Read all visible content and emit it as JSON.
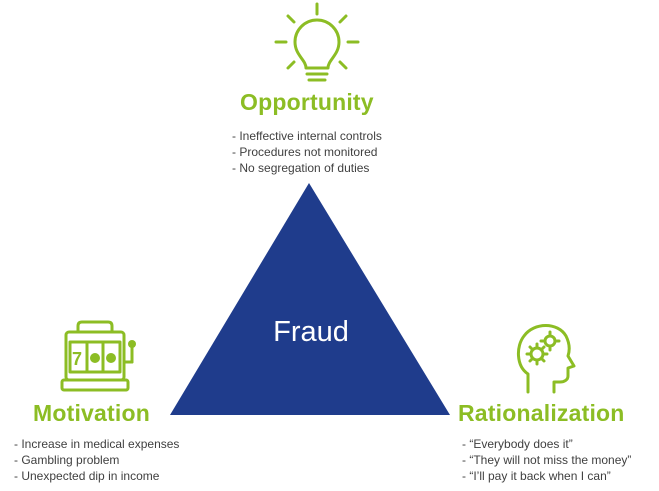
{
  "center": {
    "label": "Fraud"
  },
  "colors": {
    "accent": "#8cbd24",
    "triangle": "#1f3c8c",
    "text": "#404040"
  },
  "opportunity": {
    "icon": "lightbulb-icon",
    "title": "Opportunity",
    "items": [
      "Ineffective internal controls",
      "Procedures not monitored",
      "No segregation of duties"
    ]
  },
  "motivation": {
    "icon": "slot-machine-icon",
    "title": "Motivation",
    "items": [
      "Increase in medical expenses",
      "Gambling problem",
      "Unexpected dip in income"
    ]
  },
  "rationalization": {
    "icon": "head-gears-icon",
    "title": "Rationalization",
    "items": [
      "“Everybody does it”",
      "“They will not miss the money”",
      "“I’ll pay it back when I can”"
    ]
  }
}
